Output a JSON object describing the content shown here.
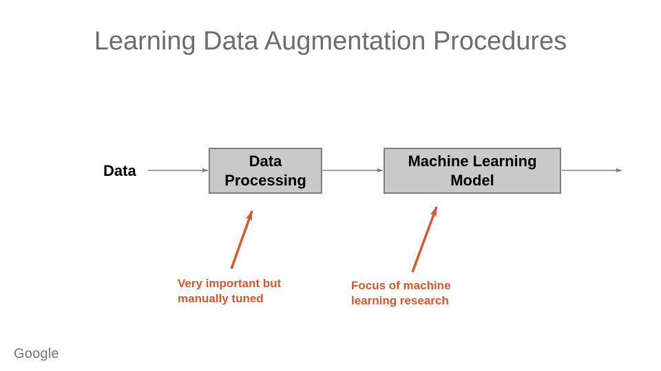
{
  "slide": {
    "title": "Learning Data Augmentation Procedures",
    "footer_logo": "Google"
  },
  "diagram": {
    "input_label": "Data",
    "boxes": [
      {
        "line1": "Data",
        "line2": "Processing"
      },
      {
        "line1": "Machine Learning",
        "line2": "Model"
      }
    ],
    "annotations": [
      {
        "line1": "Very important but",
        "line2": "manually tuned"
      },
      {
        "line1": "Focus of machine",
        "line2": "learning research"
      }
    ],
    "colors": {
      "box_fill": "#c9c9c9",
      "box_border": "#7d7d7d",
      "flow_arrow_gray": "#7f7f7f",
      "annotation_orange": "#d9572e",
      "title_gray": "#6d6d6d",
      "logo_gray": "#757575",
      "box_text": "#000000"
    }
  }
}
